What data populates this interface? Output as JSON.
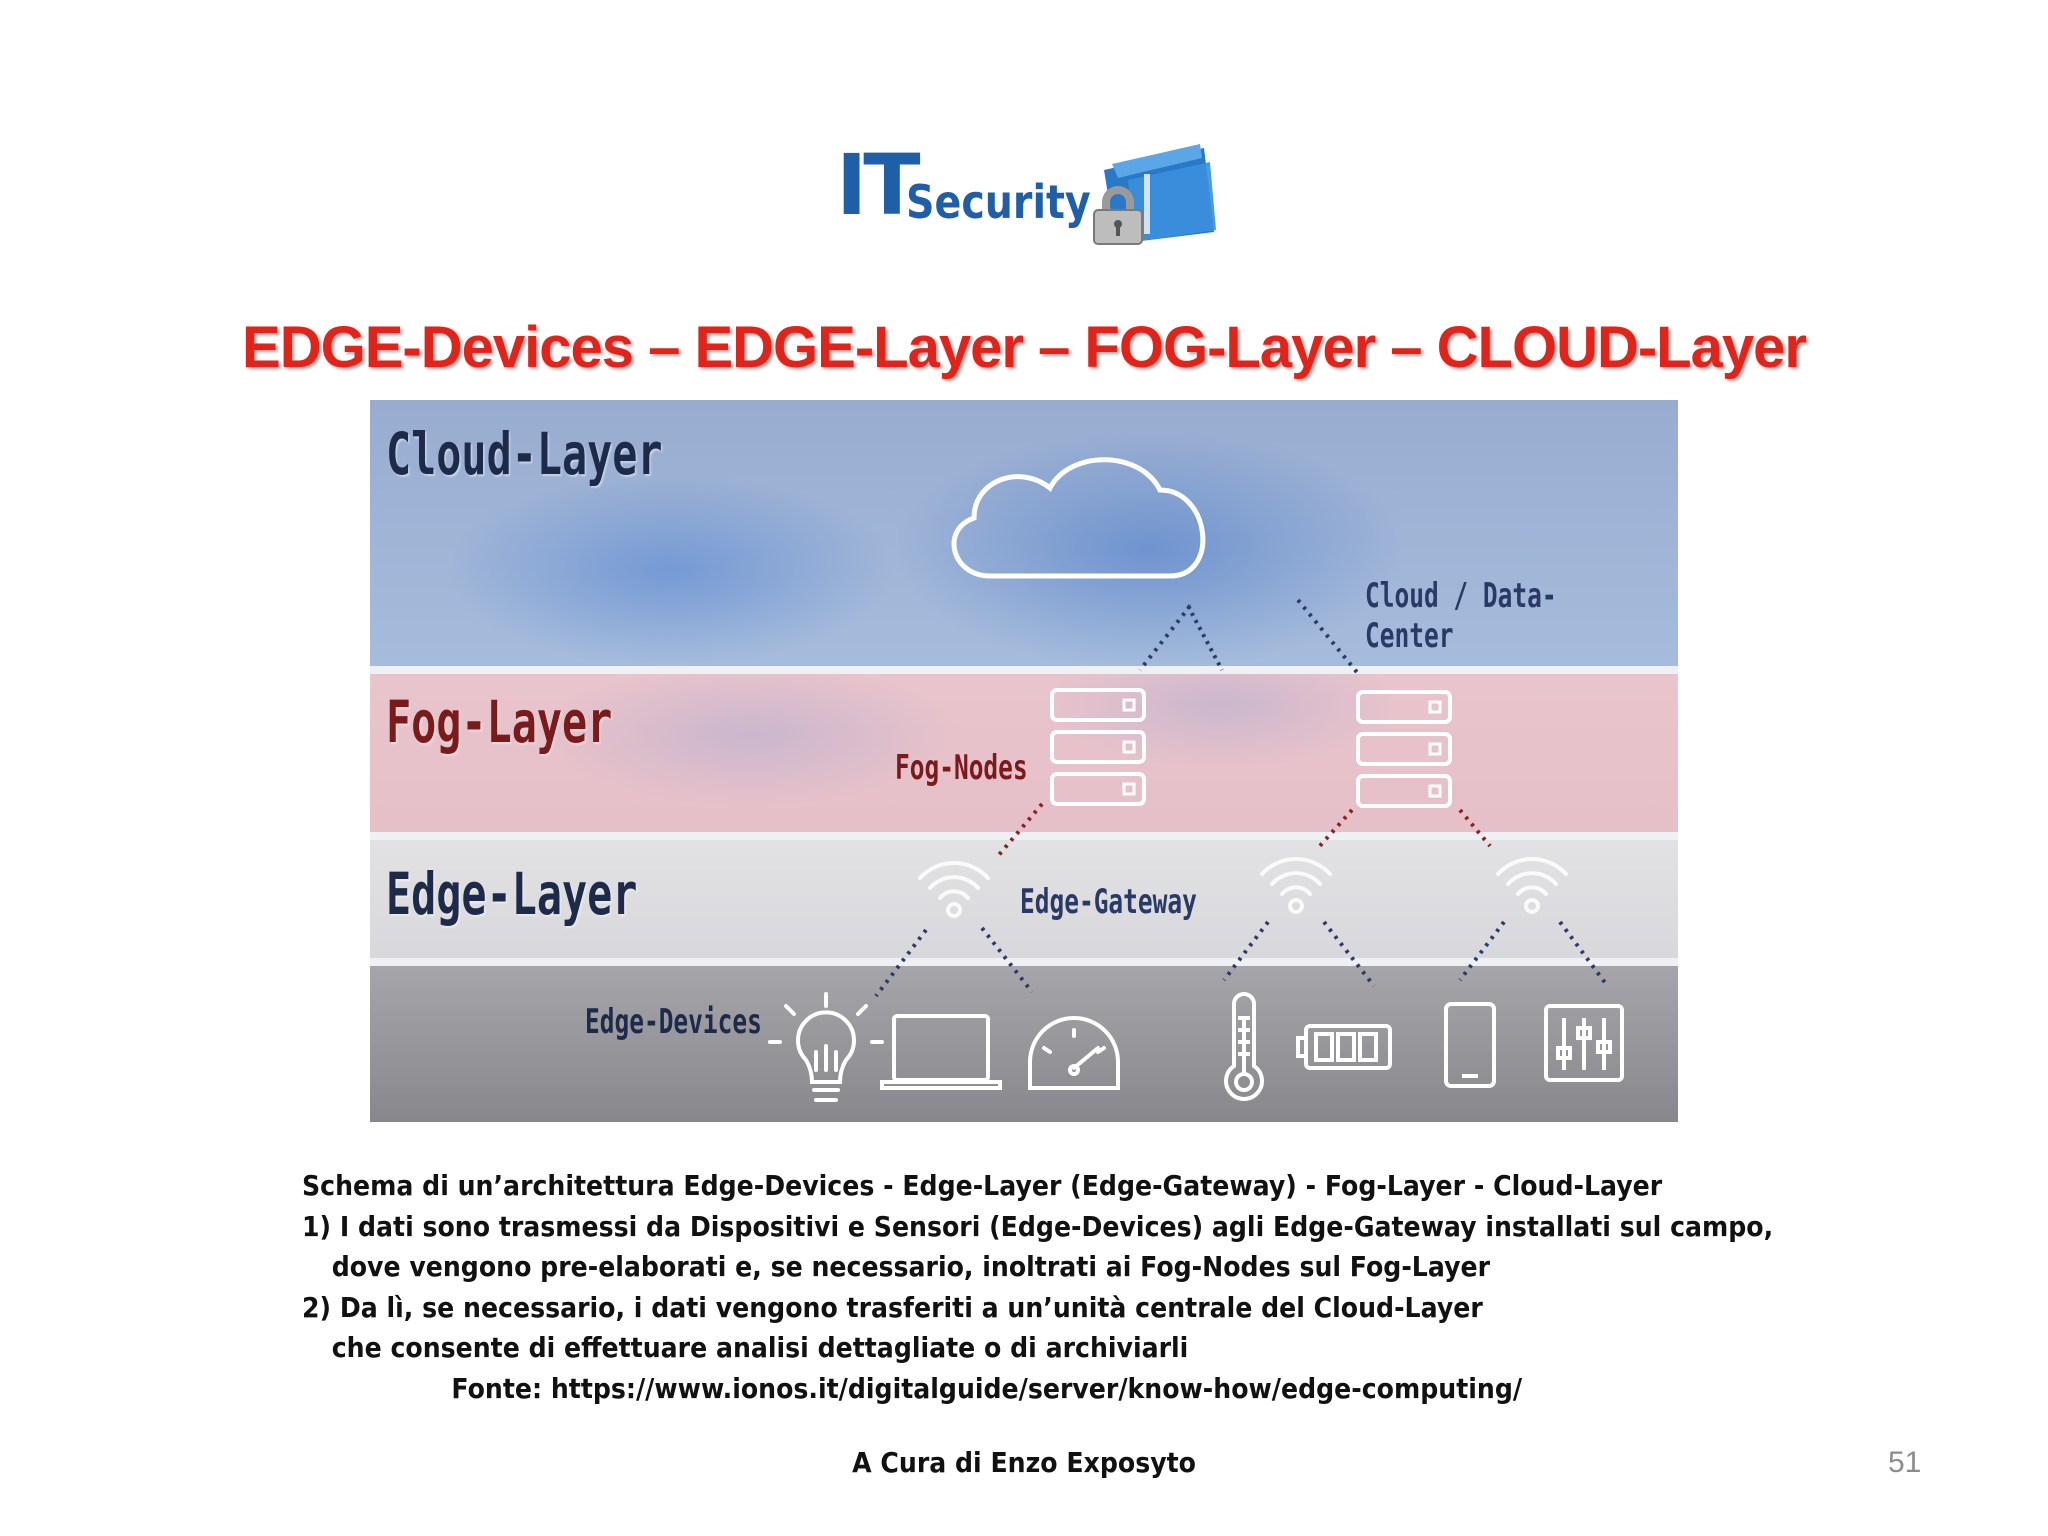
{
  "logo": {
    "it": "IT",
    "security": "Security"
  },
  "title": "EDGE-Devices – EDGE-Layer – FOG-Layer – CLOUD-Layer",
  "diagram": {
    "layers": {
      "cloud": "Cloud-Layer",
      "fog": "Fog-Layer",
      "edge": "Edge-Layer"
    },
    "labels": {
      "cloud_dc": "Cloud / Data-Center",
      "fog_nodes": "Fog-Nodes",
      "edge_gateway": "Edge-Gateway",
      "edge_devices": "Edge-Devices"
    },
    "device_icons": [
      "lightbulb-icon",
      "laptop-icon",
      "gauge-icon",
      "thermometer-icon",
      "battery-icon",
      "tablet-icon",
      "sliders-icon"
    ],
    "colors": {
      "cloud_band": "#a6bcdc",
      "fog_band": "#e6c0c8",
      "edge_band": "#dcdcdf",
      "devices_band": "#939397",
      "blue_link": "#2a3a6a",
      "red_link": "#8a2020"
    }
  },
  "caption": {
    "lines": [
      "Schema di un’architettura Edge-Devices - Edge-Layer (Edge-Gateway) - Fog-Layer - Cloud-Layer",
      "1) I dati sono trasmessi da Dispositivi e Sensori (Edge-Devices) agli Edge-Gateway installati sul campo,",
      "dove vengono pre-elaborati e, se necessario, inoltrati ai Fog-Nodes sul Fog-Layer",
      "2) Da lì, se necessario, i dati vengono trasferiti a un’unità centrale del Cloud-Layer",
      "che consente di effettuare analisi dettagliate o di archiviarli",
      "Fonte: https://www.ionos.it/digitalguide/server/know-how/edge-computing/"
    ]
  },
  "footer": {
    "author": "A Cura di Enzo Exposyto",
    "page": "51"
  }
}
